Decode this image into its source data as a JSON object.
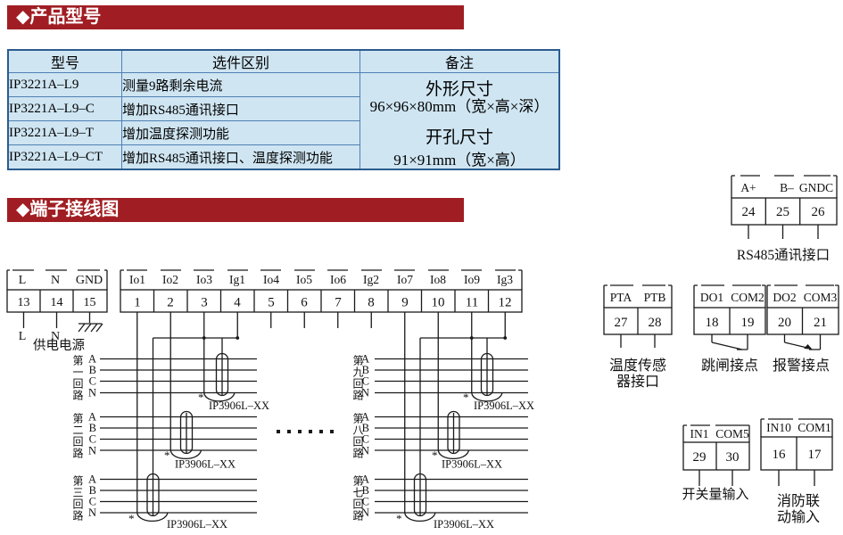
{
  "sections": {
    "s1": "◆产品型号",
    "s2": "◆端子接线图"
  },
  "table": {
    "headers": [
      "型号",
      "选件区别",
      "备注"
    ],
    "rows": [
      {
        "model": "IP3221A–L9",
        "option": "测量9路剩余电流"
      },
      {
        "model": "IP3221A–L9–C",
        "option": "增加RS485通讯接口"
      },
      {
        "model": "IP3221A–L9–T",
        "option": "增加温度探测功能"
      },
      {
        "model": "IP3221A–L9–CT",
        "option": "增加RS485通讯接口、温度探测功能"
      }
    ],
    "remarks": {
      "line1": "外形尺寸",
      "line2": "96×96×80mm（宽×高×深）",
      "line3": "开孔尺寸",
      "line4": "91×91mm（宽×高）"
    }
  },
  "diagram": {
    "power_block": {
      "labels": [
        "L",
        "N",
        "GND"
      ],
      "numbers": [
        "13",
        "14",
        "15"
      ],
      "l": "L",
      "n": "N",
      "caption": "供电电源"
    },
    "main_block": {
      "labels": [
        "Io1",
        "Io2",
        "Io3",
        "Ig1",
        "Io4",
        "Io5",
        "Io6",
        "Ig2",
        "Io7",
        "Io8",
        "Io9",
        "Ig3"
      ],
      "numbers": [
        "1",
        "2",
        "3",
        "4",
        "5",
        "6",
        "7",
        "8",
        "9",
        "10",
        "11",
        "12"
      ]
    },
    "rs485": {
      "labels": [
        "A+",
        "B–",
        "GNDC"
      ],
      "numbers": [
        "24",
        "25",
        "26"
      ],
      "caption": "RS485通讯接口"
    },
    "temp": {
      "labels": [
        "PTA",
        "PTB"
      ],
      "numbers": [
        "27",
        "28"
      ],
      "caption1": "温度传感",
      "caption2": "器接口"
    },
    "trip": {
      "labels": [
        "DO1",
        "COM2"
      ],
      "numbers": [
        "18",
        "19"
      ],
      "caption": "跳闸接点"
    },
    "alarm": {
      "labels": [
        "DO2",
        "COM3"
      ],
      "numbers": [
        "20",
        "21"
      ],
      "caption": "报警接点"
    },
    "switch_input": {
      "labels": [
        "IN1",
        "COM5"
      ],
      "numbers": [
        "29",
        "30"
      ],
      "caption": "开关量输入"
    },
    "fire": {
      "labels": [
        "IN10",
        "COM1"
      ],
      "numbers": [
        "16",
        "17"
      ],
      "caption1": "消防联",
      "caption2": "动输入"
    },
    "circuits_left": [
      "第一回路",
      "第二回路",
      "第三回路"
    ],
    "circuits_right": [
      "第九回路",
      "第八回路",
      "第七回路"
    ],
    "phases": [
      "A",
      "B",
      "C",
      "N"
    ],
    "ct_label": "IP3906L–XX",
    "asterisk": "*"
  },
  "colors": {
    "header_red": "#A01E23",
    "table_fill": "#CFE5F2",
    "table_grid": "#4E80B3",
    "table_border": "#2B5B8E",
    "line": "#1a1a1a"
  }
}
